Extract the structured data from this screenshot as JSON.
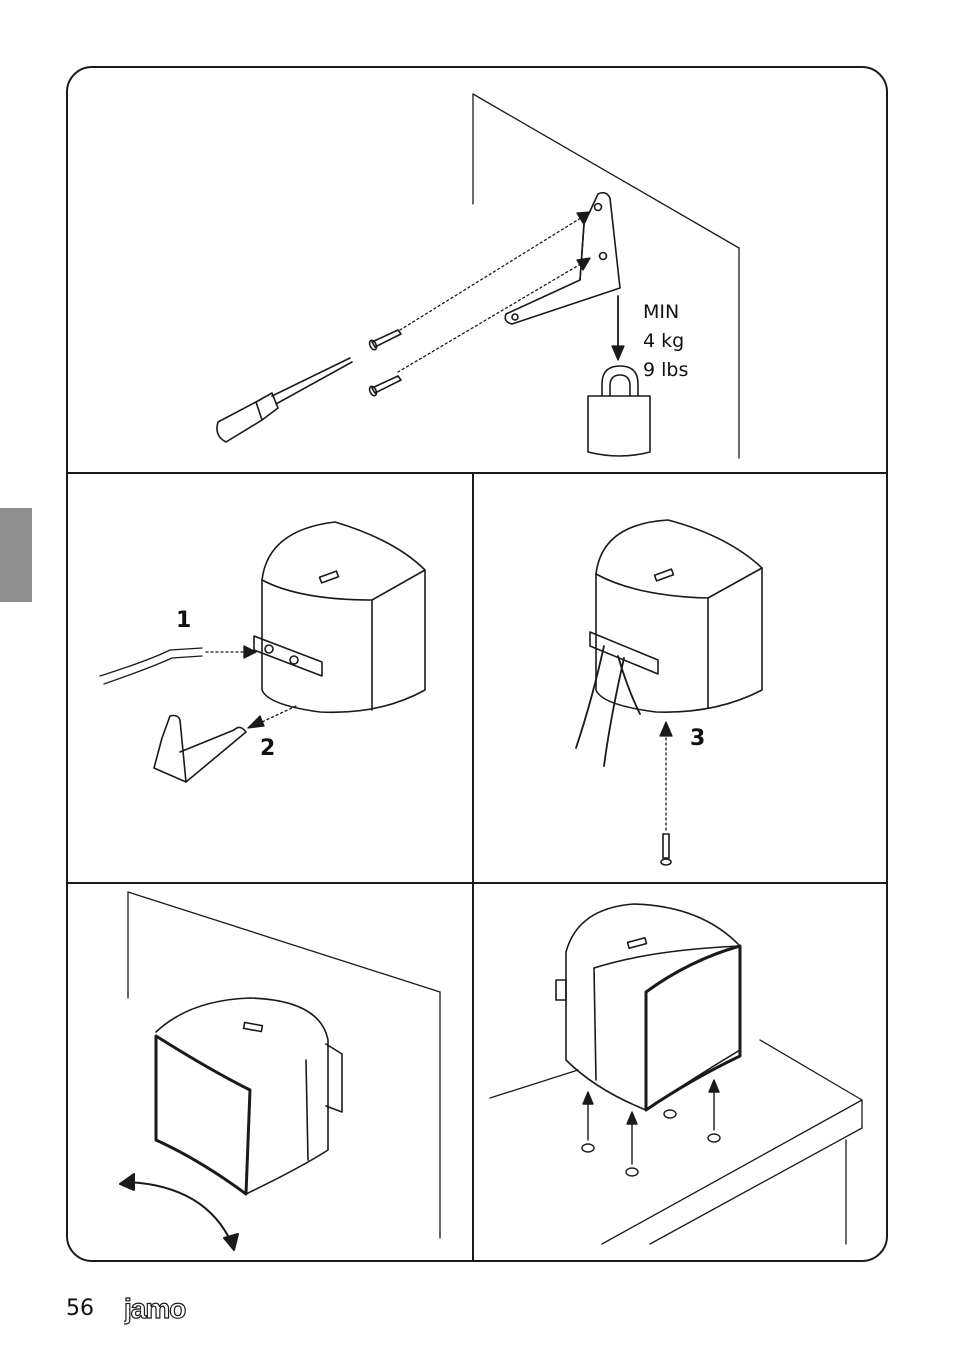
{
  "weight_note": {
    "line1": "MIN",
    "line2": "4 kg",
    "line3": "9 lbs"
  },
  "steps": {
    "step1": "1",
    "step2": "2",
    "step3": "3"
  },
  "footer": {
    "page_number": "56",
    "brand": "jamo"
  },
  "colors": {
    "line": "#1a1a1a",
    "tab": "#8e8e8e"
  }
}
